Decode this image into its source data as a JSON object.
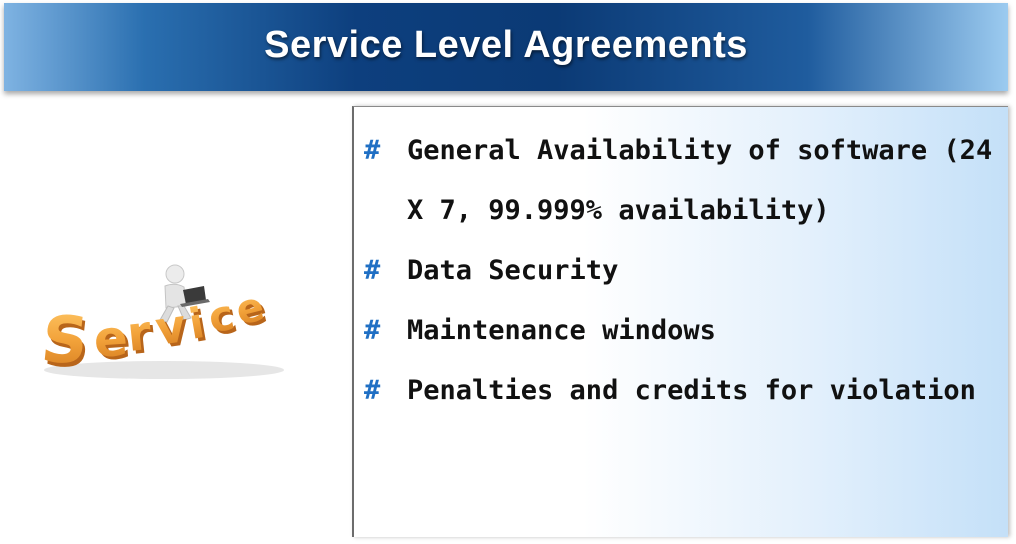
{
  "slide": {
    "title": "Service Level Agreements"
  },
  "bullets": {
    "marker": "#",
    "items": [
      {
        "text": "General Availability of software (24 X 7, 99.999% availability)"
      },
      {
        "text": "Data Security"
      },
      {
        "text": "Maintenance windows"
      },
      {
        "text": "Penalties and credits for violation"
      }
    ]
  },
  "illustration": {
    "word": "Service",
    "icon": "service-person-laptop-illustration",
    "colors": {
      "letter": "#f0a030",
      "letter_shadow": "#b8651a",
      "person": "#e8e8e8"
    }
  },
  "colors": {
    "title_bar_dark": "#0b3a75",
    "title_bar_light": "#9ccbf0",
    "bullet_marker": "#1f6fc4",
    "text": "#111111"
  }
}
